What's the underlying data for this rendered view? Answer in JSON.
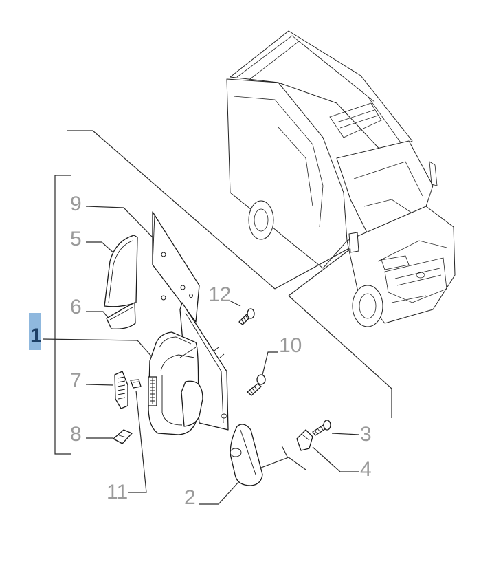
{
  "callouts": {
    "c1": "1",
    "c2": "2",
    "c3": "3",
    "c4": "4",
    "c5": "5",
    "c6": "6",
    "c7": "7",
    "c8": "8",
    "c9": "9",
    "c10": "10",
    "c11": "11",
    "c12": "12"
  },
  "highlight": {
    "color": "#8fb8de",
    "callout": "1"
  },
  "colors": {
    "text": "#9a9a9a",
    "line": "#2a2a2a"
  }
}
